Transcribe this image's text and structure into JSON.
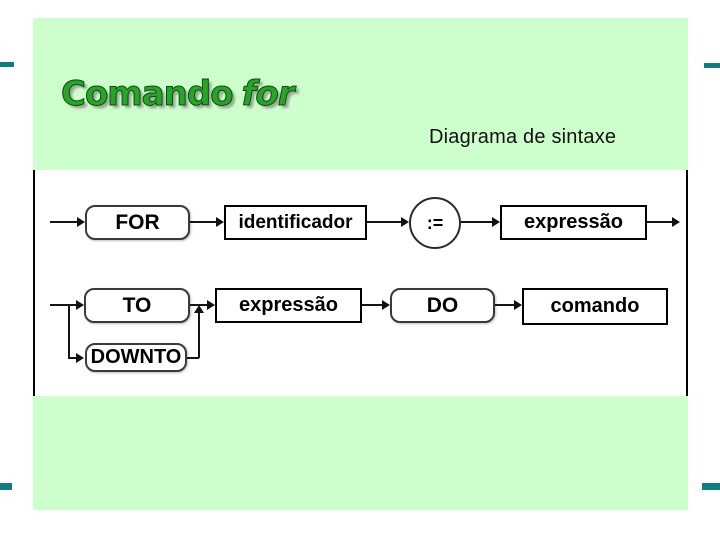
{
  "slide": {
    "title": "Comando",
    "title_keyword": "for",
    "subtitle": "Diagrama de sintaxe",
    "colors": {
      "background": "#ccffcc",
      "title_green": "#2aa32a",
      "accent_teal": "#107c7c",
      "diagram_background": "#ffffff"
    }
  },
  "diagram": {
    "row1": {
      "for_label": "FOR",
      "identifier_label": "identificador",
      "assign_label": ":=",
      "expression_label": "expressão"
    },
    "row2": {
      "to_label": "TO",
      "downto_label": "DOWNTO",
      "expression_label": "expressão",
      "do_label": "DO",
      "command_label": "comando"
    }
  }
}
